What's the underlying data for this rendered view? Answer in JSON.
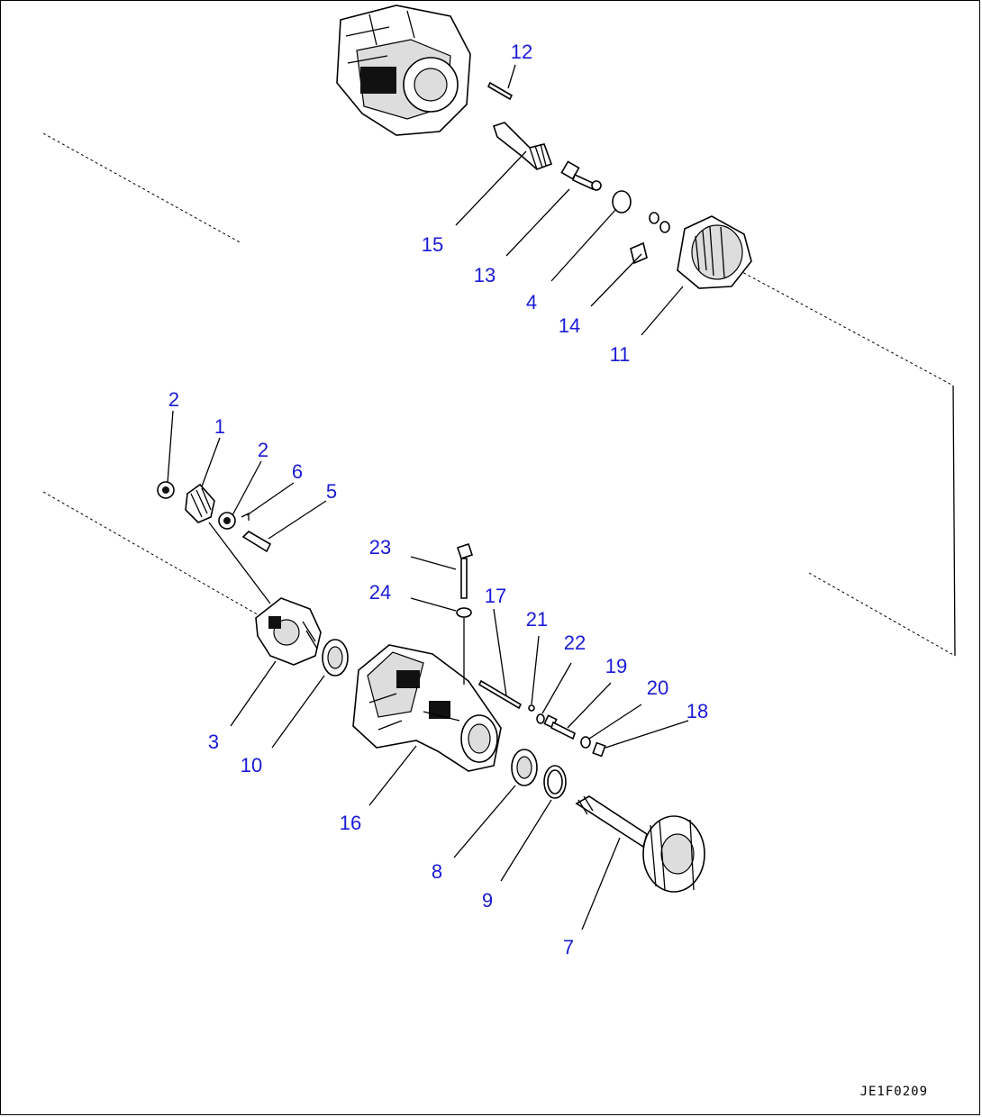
{
  "callouts": {
    "c1": "1",
    "c2a": "2",
    "c2b": "2",
    "c3": "3",
    "c4": "4",
    "c5": "5",
    "c6": "6",
    "c7": "7",
    "c8": "8",
    "c9": "9",
    "c10": "10",
    "c11": "11",
    "c12": "12",
    "c13": "13",
    "c14": "14",
    "c15": "15",
    "c16": "16",
    "c17": "17",
    "c18": "18",
    "c19": "19",
    "c20": "20",
    "c21": "21",
    "c22": "22",
    "c23": "23",
    "c24": "24"
  },
  "figure_code": "JE1F0209",
  "colors": {
    "callout": "#1a1ad6",
    "line": "#000000",
    "background": "#ffffff"
  }
}
